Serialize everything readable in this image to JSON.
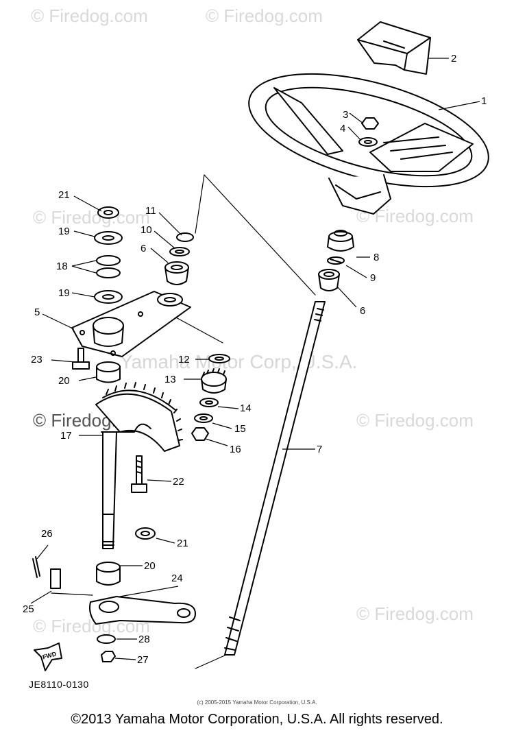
{
  "watermarks": {
    "top_left": "© Firedog.com",
    "top_mid": "© Firedog.com",
    "mid_left_upper": "© Firedog.com",
    "mid_right_upper": "© Firedog.com",
    "center": "Yamaha Motor Corp, U.S.A.",
    "mid_left": "© Firedog.com",
    "mid_right": "© Firedog.com",
    "bottom_left": "© Firedog.com",
    "bottom_right": "© Firedog.com"
  },
  "part_numbers": [
    "1",
    "2",
    "3",
    "4",
    "5",
    "6",
    "6",
    "7",
    "8",
    "9",
    "10",
    "11",
    "12",
    "13",
    "14",
    "15",
    "16",
    "17",
    "18",
    "19",
    "19",
    "20",
    "20",
    "21",
    "21",
    "22",
    "23",
    "24",
    "25",
    "26",
    "27",
    "28"
  ],
  "labels": {
    "p1": "1",
    "p2": "2",
    "p3": "3",
    "p4": "4",
    "p5": "5",
    "p6a": "6",
    "p6b": "6",
    "p7": "7",
    "p8": "8",
    "p9": "9",
    "p10": "10",
    "p11": "11",
    "p12": "12",
    "p13": "13",
    "p14": "14",
    "p15": "15",
    "p16": "16",
    "p17": "17",
    "p18": "18",
    "p19a": "19",
    "p19b": "19",
    "p20a": "20",
    "p20b": "20",
    "p21a": "21",
    "p21b": "21",
    "p22": "22",
    "p23": "23",
    "p24": "24",
    "p25": "25",
    "p26": "26",
    "p27": "27",
    "p28": "28"
  },
  "fwd_label": "FWD",
  "drawing_code": "JE8110-0130",
  "fine_print": "(c) 2005-2015 Yamaha Motor Corporation, U.S.A.",
  "copyright": "©2013 Yamaha Motor Corporation, U.S.A. All rights reserved."
}
